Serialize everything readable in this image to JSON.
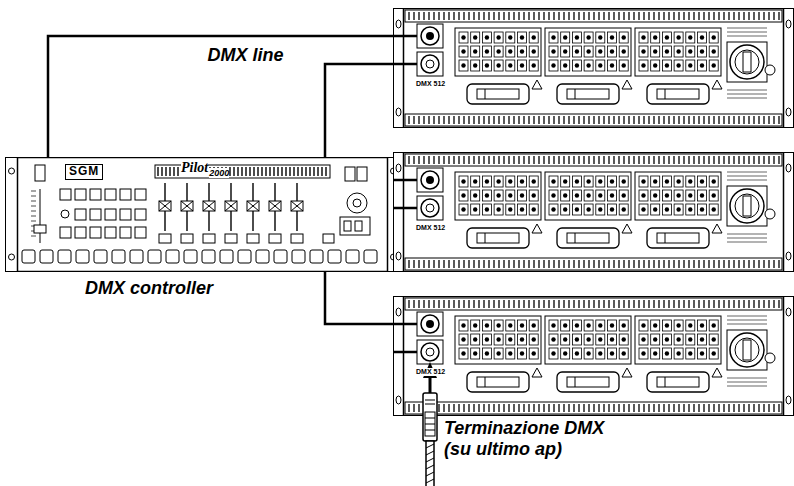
{
  "diagram": {
    "nodes": [
      {
        "text": [
          "SGM",
          "Pilot",
          "2000",
          "DMX controller"
        ]
      },
      {
        "text": [
          "DMX 512"
        ]
      },
      {
        "text": [
          "DMX 512"
        ]
      },
      {
        "text": [
          "DMX 512"
        ]
      }
    ],
    "edges": [
      {
        "from": 0,
        "to": 1,
        "arrow": "none",
        "label": "DMX line"
      },
      {
        "from": 1,
        "to": 2,
        "arrow": "none"
      },
      {
        "from": 2,
        "to": 3,
        "arrow": "none"
      }
    ],
    "labels": [
      "Terminazione DMX (su ultimo ap)"
    ]
  }
}
